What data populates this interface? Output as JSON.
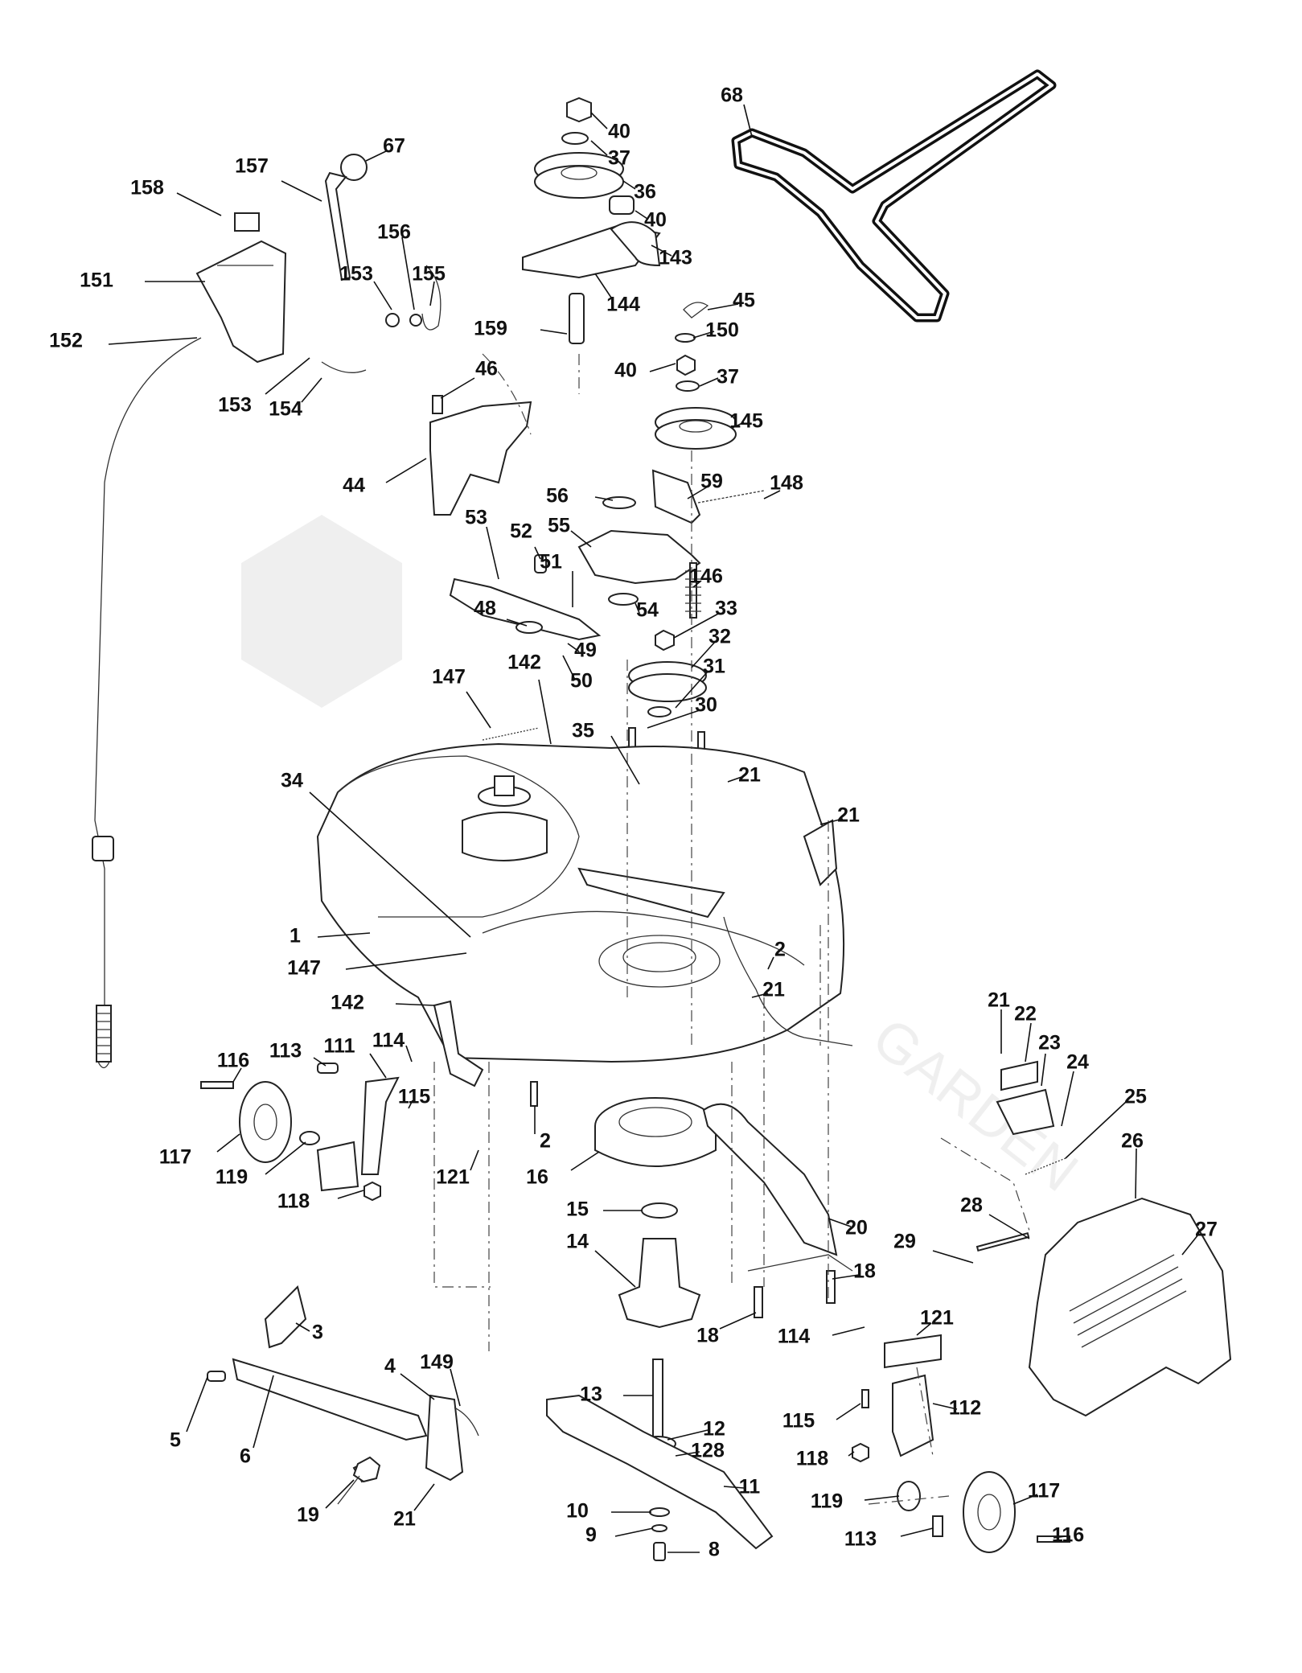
{
  "diagram": {
    "colors": {
      "line": "#111111",
      "background": "#ffffff",
      "watermark": "#eeeeee"
    },
    "watermark_text": "GARDEN",
    "callouts": [
      {
        "id": "c68",
        "label": "68"
      },
      {
        "id": "c40a",
        "label": "40"
      },
      {
        "id": "c37a",
        "label": "37"
      },
      {
        "id": "c36",
        "label": "36"
      },
      {
        "id": "c40b",
        "label": "40"
      },
      {
        "id": "c143",
        "label": "143"
      },
      {
        "id": "c144",
        "label": "144"
      },
      {
        "id": "c159",
        "label": "159"
      },
      {
        "id": "c67",
        "label": "67"
      },
      {
        "id": "c157",
        "label": "157"
      },
      {
        "id": "c158",
        "label": "158"
      },
      {
        "id": "c156",
        "label": "156"
      },
      {
        "id": "c153a",
        "label": "153"
      },
      {
        "id": "c155",
        "label": "155"
      },
      {
        "id": "c151",
        "label": "151"
      },
      {
        "id": "c152",
        "label": "152"
      },
      {
        "id": "c153b",
        "label": "153"
      },
      {
        "id": "c154",
        "label": "154"
      },
      {
        "id": "c45",
        "label": "45"
      },
      {
        "id": "c150",
        "label": "150"
      },
      {
        "id": "c40c",
        "label": "40"
      },
      {
        "id": "c37b",
        "label": "37"
      },
      {
        "id": "c145",
        "label": "145"
      },
      {
        "id": "c46",
        "label": "46"
      },
      {
        "id": "c44",
        "label": "44"
      },
      {
        "id": "c56",
        "label": "56"
      },
      {
        "id": "c59",
        "label": "59"
      },
      {
        "id": "c148",
        "label": "148"
      },
      {
        "id": "c53",
        "label": "53"
      },
      {
        "id": "c52",
        "label": "52"
      },
      {
        "id": "c55",
        "label": "55"
      },
      {
        "id": "c51",
        "label": "51"
      },
      {
        "id": "c146",
        "label": "146"
      },
      {
        "id": "c54",
        "label": "54"
      },
      {
        "id": "c33",
        "label": "33"
      },
      {
        "id": "c48",
        "label": "48"
      },
      {
        "id": "c49",
        "label": "49"
      },
      {
        "id": "c32",
        "label": "32"
      },
      {
        "id": "c50",
        "label": "50"
      },
      {
        "id": "c31",
        "label": "31"
      },
      {
        "id": "c147a",
        "label": "147"
      },
      {
        "id": "c142a",
        "label": "142"
      },
      {
        "id": "c30",
        "label": "30"
      },
      {
        "id": "c35",
        "label": "35"
      },
      {
        "id": "c34",
        "label": "34"
      },
      {
        "id": "c21a",
        "label": "21"
      },
      {
        "id": "c21b",
        "label": "21"
      },
      {
        "id": "c1",
        "label": "1"
      },
      {
        "id": "c147b",
        "label": "147"
      },
      {
        "id": "c2a",
        "label": "2"
      },
      {
        "id": "c21c",
        "label": "21"
      },
      {
        "id": "c142b",
        "label": "142"
      },
      {
        "id": "c21d",
        "label": "21"
      },
      {
        "id": "c22",
        "label": "22"
      },
      {
        "id": "c23",
        "label": "23"
      },
      {
        "id": "c24",
        "label": "24"
      },
      {
        "id": "c25",
        "label": "25"
      },
      {
        "id": "c116a",
        "label": "116"
      },
      {
        "id": "c113a",
        "label": "113"
      },
      {
        "id": "c111",
        "label": "111"
      },
      {
        "id": "c114a",
        "label": "114"
      },
      {
        "id": "c115a",
        "label": "115"
      },
      {
        "id": "c2b",
        "label": "2"
      },
      {
        "id": "c117a",
        "label": "117"
      },
      {
        "id": "c119a",
        "label": "119"
      },
      {
        "id": "c121a",
        "label": "121"
      },
      {
        "id": "c16",
        "label": "16"
      },
      {
        "id": "c118a",
        "label": "118"
      },
      {
        "id": "c26",
        "label": "26"
      },
      {
        "id": "c27",
        "label": "27"
      },
      {
        "id": "c15",
        "label": "15"
      },
      {
        "id": "c20",
        "label": "20"
      },
      {
        "id": "c28",
        "label": "28"
      },
      {
        "id": "c29",
        "label": "29"
      },
      {
        "id": "c14",
        "label": "14"
      },
      {
        "id": "c18a",
        "label": "18"
      },
      {
        "id": "c18b",
        "label": "18"
      },
      {
        "id": "c121b",
        "label": "121"
      },
      {
        "id": "c114b",
        "label": "114"
      },
      {
        "id": "c3",
        "label": "3"
      },
      {
        "id": "c4",
        "label": "4"
      },
      {
        "id": "c149",
        "label": "149"
      },
      {
        "id": "c13",
        "label": "13"
      },
      {
        "id": "c112",
        "label": "112"
      },
      {
        "id": "c5",
        "label": "5"
      },
      {
        "id": "c6",
        "label": "6"
      },
      {
        "id": "c115b",
        "label": "115"
      },
      {
        "id": "c12",
        "label": "12"
      },
      {
        "id": "c128",
        "label": "128"
      },
      {
        "id": "c118b",
        "label": "118"
      },
      {
        "id": "c11",
        "label": "11"
      },
      {
        "id": "c119b",
        "label": "119"
      },
      {
        "id": "c117b",
        "label": "117"
      },
      {
        "id": "c19",
        "label": "19"
      },
      {
        "id": "c21e",
        "label": "21"
      },
      {
        "id": "c10",
        "label": "10"
      },
      {
        "id": "c9",
        "label": "9"
      },
      {
        "id": "c8",
        "label": "8"
      },
      {
        "id": "c113b",
        "label": "113"
      },
      {
        "id": "c116b",
        "label": "116"
      }
    ]
  }
}
